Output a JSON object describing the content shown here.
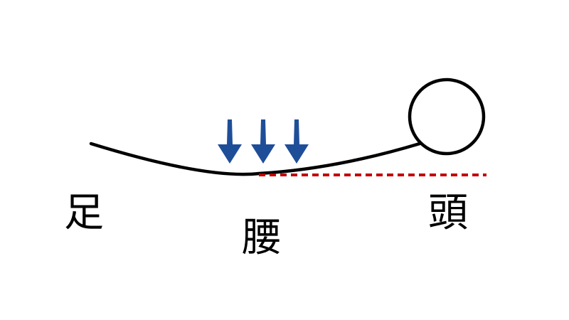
{
  "labels": {
    "feet": "足",
    "waist": "腰",
    "head": "頭"
  },
  "arrows": {
    "count": 3
  },
  "colors": {
    "body_line": "#000000",
    "arrow": "#1f4e99",
    "reference_line": "#c00000",
    "background": "#ffffff"
  }
}
